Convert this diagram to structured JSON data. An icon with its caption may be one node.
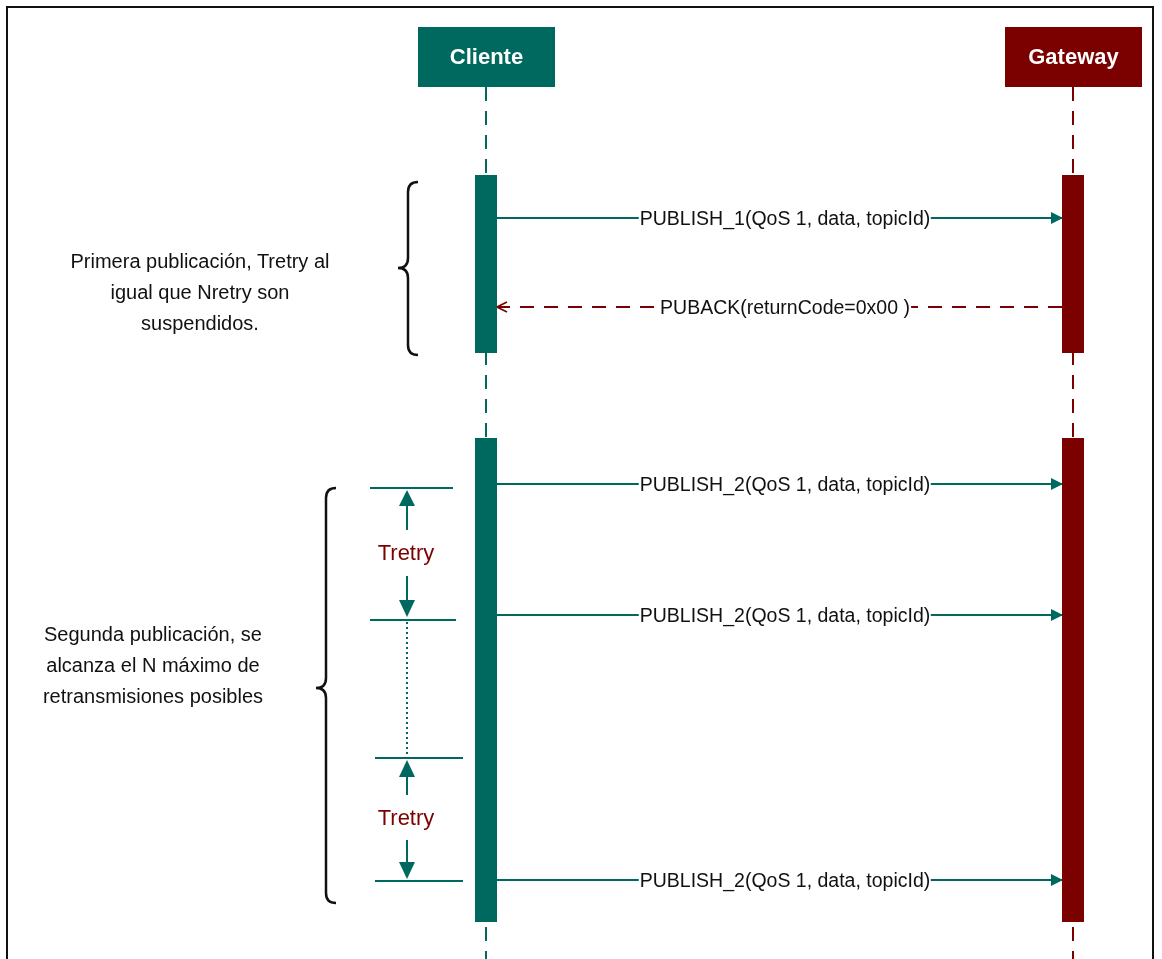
{
  "diagram": {
    "nodes": [
      {
        "text": [
          "Cliente"
        ]
      },
      {
        "text": [
          "Gateway"
        ]
      },
      {
        "text": [],
        "shape": "bar"
      },
      {
        "text": [],
        "shape": "bar"
      },
      {
        "text": [],
        "shape": "bar"
      },
      {
        "text": [],
        "shape": "bar"
      }
    ],
    "edges": [
      {
        "from": 2,
        "to": 3,
        "arrow": "to",
        "label": "PUBLISH_1(QoS 1, data, topicId)"
      },
      {
        "from": 3,
        "to": 2,
        "arrow": "to",
        "label": "PUBACK(returnCode=0x00 )",
        "style": "dashed",
        "color": "#7b0000"
      },
      {
        "from": 4,
        "to": 5,
        "arrow": "to",
        "label": "PUBLISH_2(QoS 1, data, topicId)"
      },
      {
        "from": 4,
        "to": 5,
        "arrow": "to",
        "label": "PUBLISH_2(QoS 1, data, topicId)"
      },
      {
        "from": 4,
        "to": 5,
        "arrow": "to",
        "label": "PUBLISH_2(QoS 1, data, topicId)"
      }
    ],
    "labels": [
      "Primera publicación, Tretry al igual que  Nretry son suspendidos.",
      "Tretry",
      "Segunda publicación, se alcanza el N máximo de retransmisiones posibles",
      "Tretry"
    ]
  }
}
